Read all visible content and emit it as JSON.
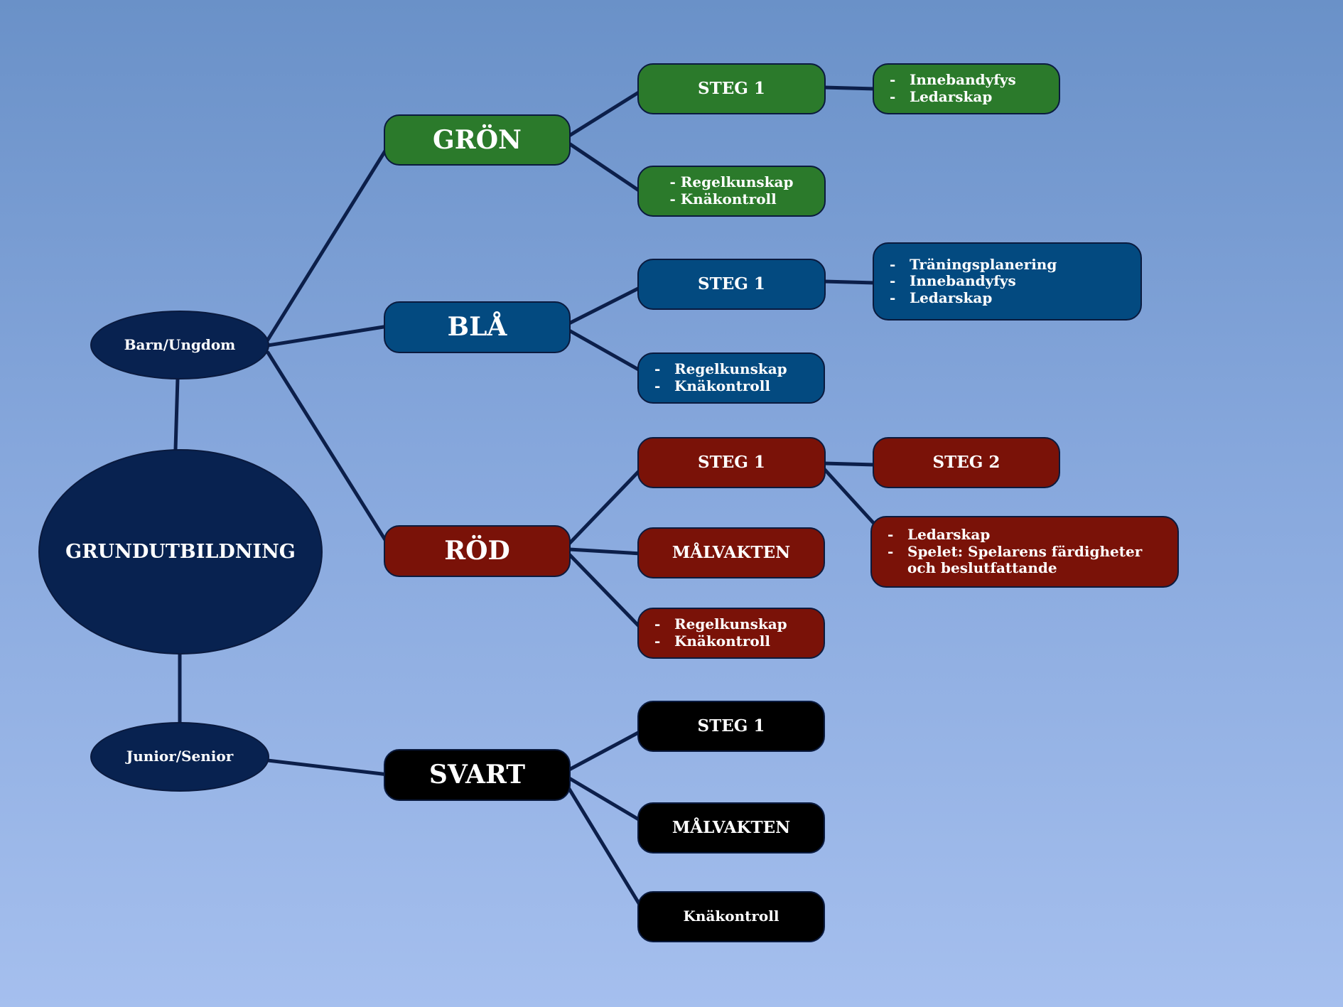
{
  "root": {
    "label": "GRUNDUTBILDNING"
  },
  "groups": {
    "barn_ungdom": "Barn/Ungdom",
    "junior_senior": "Junior/Senior"
  },
  "levels": {
    "gron": "GRÖN",
    "bla": "BLÅ",
    "rod": "RÖD",
    "svart": "SVART"
  },
  "gron": {
    "steg1": "STEG 1",
    "steg1_details": [
      "Innebandyfys",
      "Ledarskap"
    ],
    "basics": [
      "Regelkunskap",
      "Knäkontroll"
    ]
  },
  "bla": {
    "steg1": "STEG 1",
    "steg1_details": [
      "Träningsplanering",
      "Innebandyfys",
      "Ledarskap"
    ],
    "basics": [
      "Regelkunskap",
      "Knäkontroll"
    ]
  },
  "rod": {
    "steg1": "STEG 1",
    "steg2": "STEG 2",
    "steg_details": [
      "Ledarskap",
      "Spelet: Spelarens färdigheter och beslutfattande"
    ],
    "malvakten": "MÅLVAKTEN",
    "basics": [
      "Regelkunskap",
      "Knäkontroll"
    ]
  },
  "svart": {
    "steg1": "STEG 1",
    "malvakten": "MÅLVAKTEN",
    "knakontroll": "Knäkontroll"
  },
  "colors": {
    "background_top": "#6a91c8",
    "background_bottom": "#a5bfee",
    "navy": "#082250",
    "green": "#2b7a2b",
    "blue": "#034a80",
    "red": "#7a1208",
    "black": "#000000",
    "connector": "#0c1f4a"
  }
}
